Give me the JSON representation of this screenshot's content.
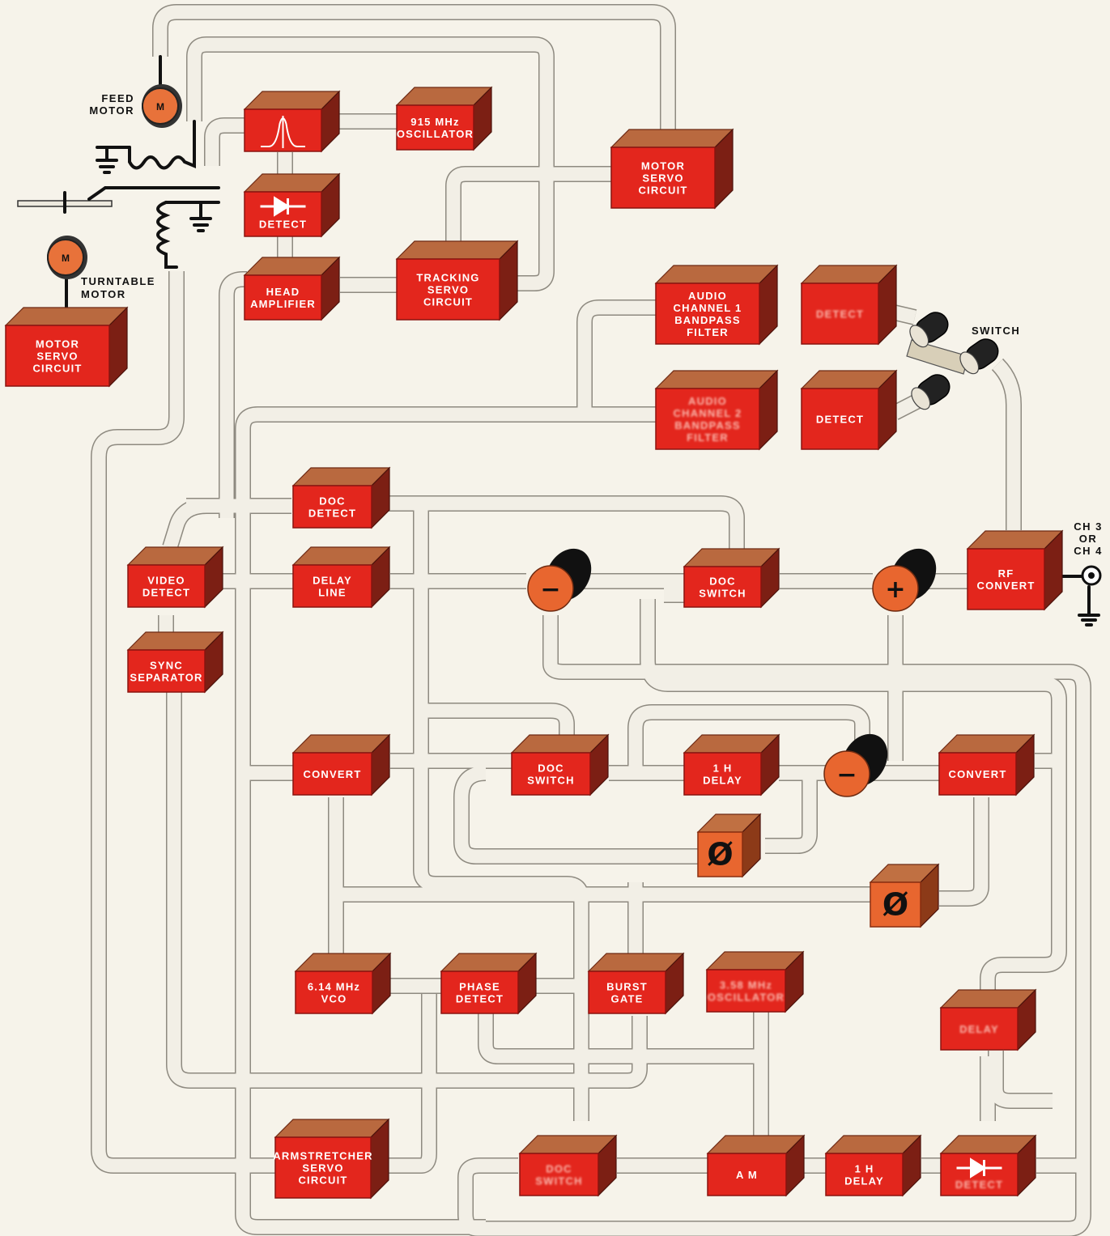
{
  "blocks": {
    "osc915": [
      "915 MHz",
      "OSCILLATOR"
    ],
    "detect_top": [
      "DETECT"
    ],
    "head_amp": [
      "HEAD",
      "AMPLIFIER"
    ],
    "tracking": [
      "TRACKING",
      "SERVO",
      "CIRCUIT"
    ],
    "motor_servo_top": [
      "MOTOR",
      "SERVO",
      "CIRCUIT"
    ],
    "motor_servo_left": [
      "MOTOR",
      "SERVO",
      "CIRCUIT"
    ],
    "audio1": [
      "AUDIO",
      "CHANNEL 1",
      "BANDPASS",
      "FILTER"
    ],
    "detect_a1": [
      "DETECT"
    ],
    "audio2": [
      "AUDIO",
      "CHANNEL 2",
      "BANDPASS",
      "FILTER"
    ],
    "detect_a2": [
      "DETECT"
    ],
    "doc_detect": [
      "DOC",
      "DETECT"
    ],
    "video_detect": [
      "VIDEO",
      "DETECT"
    ],
    "delay_line": [
      "DELAY",
      "LINE"
    ],
    "doc_switch1": [
      "DOC",
      "SWITCH"
    ],
    "rf_convert": [
      "RF",
      "CONVERT"
    ],
    "sync_sep": [
      "SYNC",
      "SEPARATOR"
    ],
    "convert1": [
      "CONVERT"
    ],
    "doc_switch2": [
      "DOC",
      "SWITCH"
    ],
    "delay_1h_a": [
      "1 H",
      "DELAY"
    ],
    "convert2": [
      "CONVERT"
    ],
    "vco": [
      "6.14 MHz",
      "VCO"
    ],
    "phase_det": [
      "PHASE",
      "DETECT"
    ],
    "burst_gate": [
      "BURST",
      "GATE"
    ],
    "osc358": [
      "3.58 MHz",
      "OSCILLATOR"
    ],
    "delay_r": [
      "DELAY"
    ],
    "armstretcher": [
      "ARMSTRETCHER",
      "SERVO",
      "CIRCUIT"
    ],
    "doc_switch3": [
      "DOC",
      "SWITCH"
    ],
    "am": [
      "A M"
    ],
    "delay_1h_b": [
      "1 H",
      "DELAY"
    ],
    "detect_b": [
      "DETECT"
    ]
  },
  "phase_symbol": "Ø",
  "labels": {
    "feed_motor": [
      "FEED",
      "MOTOR"
    ],
    "turntable_motor": [
      "TURNTABLE",
      "MOTOR"
    ],
    "switch": "SWITCH",
    "output": [
      "CH 3",
      "OR",
      "CH 4"
    ]
  },
  "motor_symbol": "M",
  "signs": {
    "minus": "−",
    "plus": "+"
  },
  "colors": {
    "block": "#e3261d",
    "block_top": "#b9693f",
    "block_side": "#7c1f14",
    "pipe": "#f2efe6",
    "phase_block": "#e8662f"
  }
}
